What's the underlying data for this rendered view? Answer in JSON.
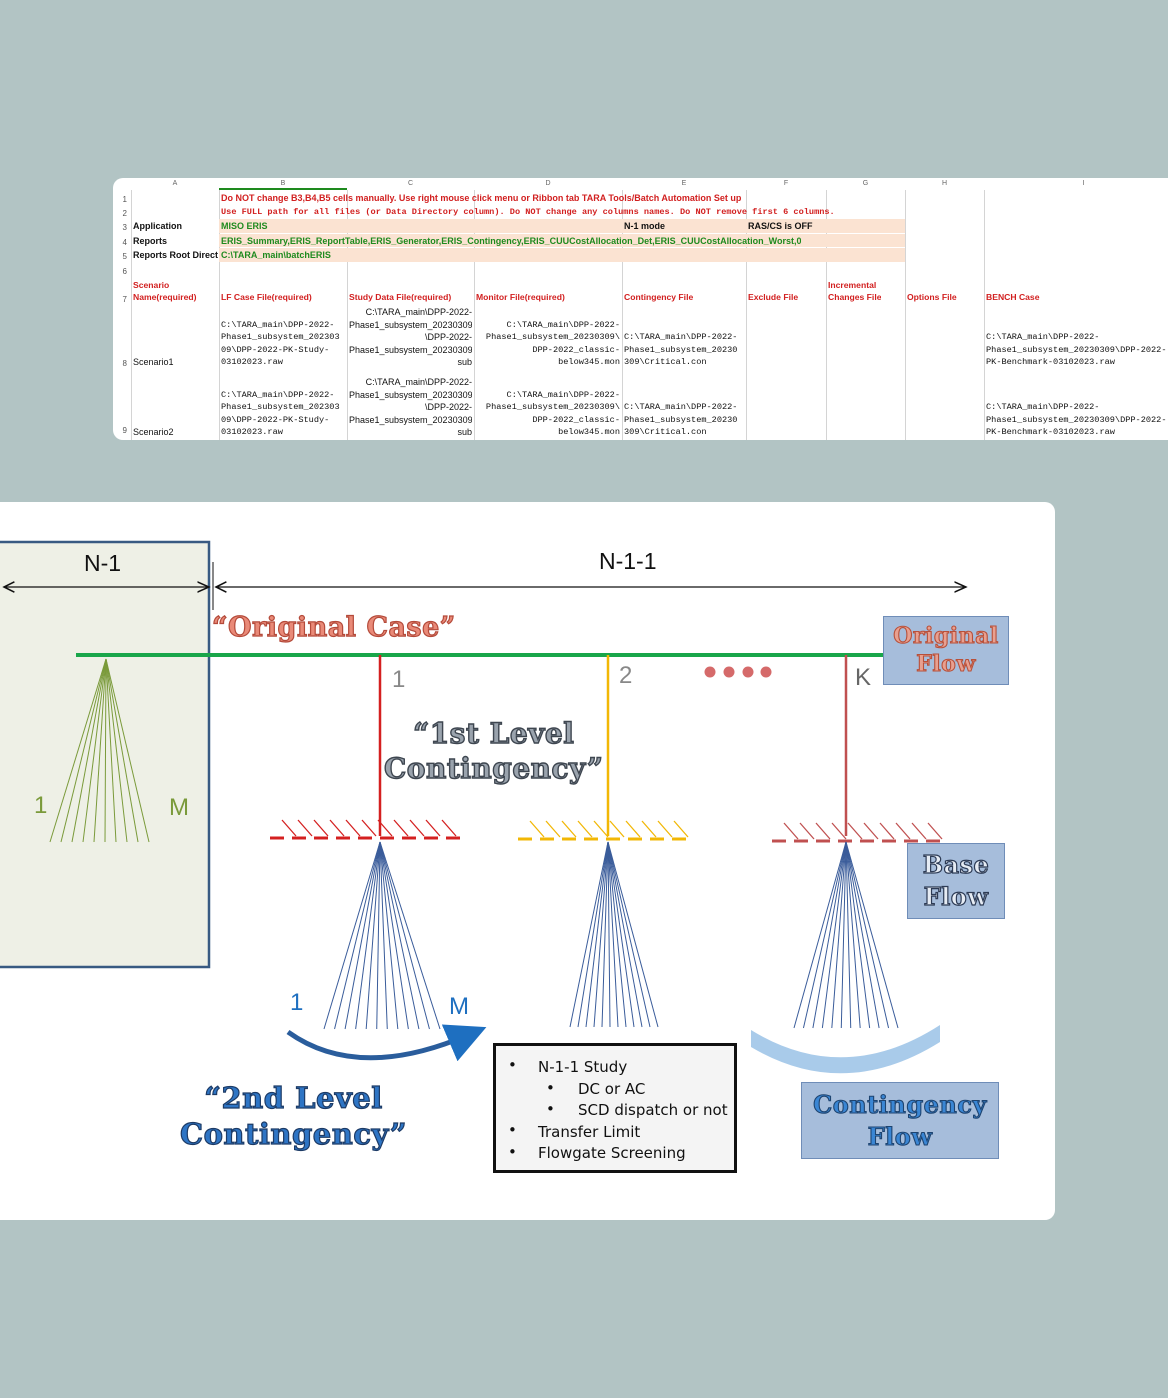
{
  "sheet": {
    "col_letters": [
      "A",
      "B",
      "C",
      "D",
      "E",
      "F",
      "G",
      "H",
      "I"
    ],
    "row_numbers": [
      "1",
      "2",
      "3",
      "4",
      "5",
      "6",
      "7",
      "8",
      "9"
    ],
    "row1_warning": "Do NOT change B3,B4,B5 cells manually. Use right mouse click menu or Ribbon tab TARA Tools/Batch Automation Set up",
    "row2_warning": "Use FULL path for all files (or Data Directory column). Do NOT change any columns names. Do NOT remove first 6 columns.",
    "application_label": "Application",
    "application_value": "MISO ERIS",
    "n1_mode_label": "N-1 mode",
    "ras_label": "RAS/CS is OFF",
    "reports_label": "Reports",
    "reports_value": "ERIS_Summary,ERIS_ReportTable,ERIS_Generator,ERIS_Contingency,ERIS_CUUCostAllocation_Det,ERIS_CUUCostAllocation_Worst,0",
    "reports_root_label": "Reports Root Direct",
    "reports_root_value": "C:\\TARA_main\\batchERIS",
    "headers": {
      "scenario": "Scenario\nName(required)",
      "lf_case": "LF Case File(required)",
      "study_data": "Study Data File(required)",
      "monitor": "Monitor File(required)",
      "contingency": "Contingency File",
      "exclude": "Exclude File",
      "incremental": "Incremental\nChanges File",
      "options": "Options File",
      "bench": "BENCH Case"
    },
    "rows": [
      {
        "scenario": "Scenario1",
        "lf_case": "C:\\TARA_main\\DPP-2022-\nPhase1_subsystem_202303\n09\\DPP-2022-PK-Study-\n03102023.raw",
        "study_data": "C:\\TARA_main\\DPP-2022-\nPhase1_subsystem_20230309\n\\DPP-2022-\nPhase1_subsystem_20230309.\nsub",
        "monitor": "C:\\TARA_main\\DPP-2022-\nPhase1_subsystem_20230309\\\nDPP-2022_classic-\nbelow345.mon",
        "contingency": "C:\\TARA_main\\DPP-2022-\nPhase1_subsystem_20230\n309\\Critical.con",
        "bench": "C:\\TARA_main\\DPP-2022-\nPhase1_subsystem_20230309\\DPP-2022-\nPK-Benchmark-03102023.raw"
      },
      {
        "scenario": "Scenario2",
        "lf_case": "C:\\TARA_main\\DPP-2022-\nPhase1_subsystem_202303\n09\\DPP-2022-PK-Study-\n03102023.raw",
        "study_data": "C:\\TARA_main\\DPP-2022-\nPhase1_subsystem_20230309\n\\DPP-2022-\nPhase1_subsystem_20230309.\nsub",
        "monitor": "C:\\TARA_main\\DPP-2022-\nPhase1_subsystem_20230309\\\nDPP-2022_classic-\nbelow345.mon",
        "contingency": "C:\\TARA_main\\DPP-2022-\nPhase1_subsystem_20230\n309\\Critical.con",
        "bench": "C:\\TARA_main\\DPP-2022-\nPhase1_subsystem_20230309\\DPP-2022-\nPK-Benchmark-03102023.raw"
      }
    ]
  },
  "diagram": {
    "n1_label": "N-1",
    "n11_label": "N-1-1",
    "original_case": "“Original Case”",
    "original_flow": "Original\nFlow",
    "branch_labels": [
      "1",
      "2",
      "K"
    ],
    "first_level": "“1st Level\nContingency”",
    "left_fan_start": "1",
    "left_fan_end": "M",
    "base_flow": "Base\nFlow",
    "second_fan_start": "1",
    "second_fan_end": "M",
    "second_level": "“2nd Level\nContingency”",
    "contingency_flow": "Contingency\nFlow",
    "study_items": [
      "N-1-1 Study",
      "DC or AC",
      "SCD dispatch or not",
      "Transfer Limit",
      "Flowgate Screening"
    ],
    "colors": {
      "green_line": "#19a64a",
      "red_branch": "#d42020",
      "yellow_branch": "#f2b705",
      "brown_branch": "#c05050",
      "olive_fan": "#7a9a3a",
      "blue_fan": "#3a5c9a",
      "dots": "#d56a6a",
      "panel_fill": "#eef0e6",
      "panel_border": "#385a82"
    }
  }
}
